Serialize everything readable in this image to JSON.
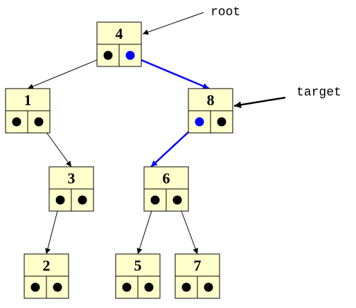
{
  "tree": {
    "nodes": [
      {
        "id": "n4",
        "label": "4",
        "left_dot": "black",
        "right_dot": "blue"
      },
      {
        "id": "n1",
        "label": "1",
        "left_dot": "black",
        "right_dot": "black"
      },
      {
        "id": "n8",
        "label": "8",
        "left_dot": "blue",
        "right_dot": "black"
      },
      {
        "id": "n3",
        "label": "3",
        "left_dot": "black",
        "right_dot": "black"
      },
      {
        "id": "n6",
        "label": "6",
        "left_dot": "black",
        "right_dot": "black"
      },
      {
        "id": "n2",
        "label": "2",
        "left_dot": "black",
        "right_dot": "black"
      },
      {
        "id": "n5",
        "label": "5",
        "left_dot": "black",
        "right_dot": "black"
      },
      {
        "id": "n7",
        "label": "7",
        "left_dot": "black",
        "right_dot": "black"
      }
    ],
    "edges": [
      {
        "from": "n4",
        "side": "left",
        "to": "n1",
        "highlight": false
      },
      {
        "from": "n4",
        "side": "right",
        "to": "n8",
        "highlight": true
      },
      {
        "from": "n1",
        "side": "right",
        "to": "n3",
        "highlight": false
      },
      {
        "from": "n8",
        "side": "left",
        "to": "n6",
        "highlight": true
      },
      {
        "from": "n3",
        "side": "left",
        "to": "n2",
        "highlight": false
      },
      {
        "from": "n6",
        "side": "left",
        "to": "n5",
        "highlight": false
      },
      {
        "from": "n6",
        "side": "right",
        "to": "n7",
        "highlight": false
      }
    ]
  },
  "pointers": {
    "root_label": "root",
    "target_label": "target"
  },
  "colors": {
    "node_fill": "#ffffcc",
    "highlight": "#0000ff",
    "ink": "#000000"
  }
}
